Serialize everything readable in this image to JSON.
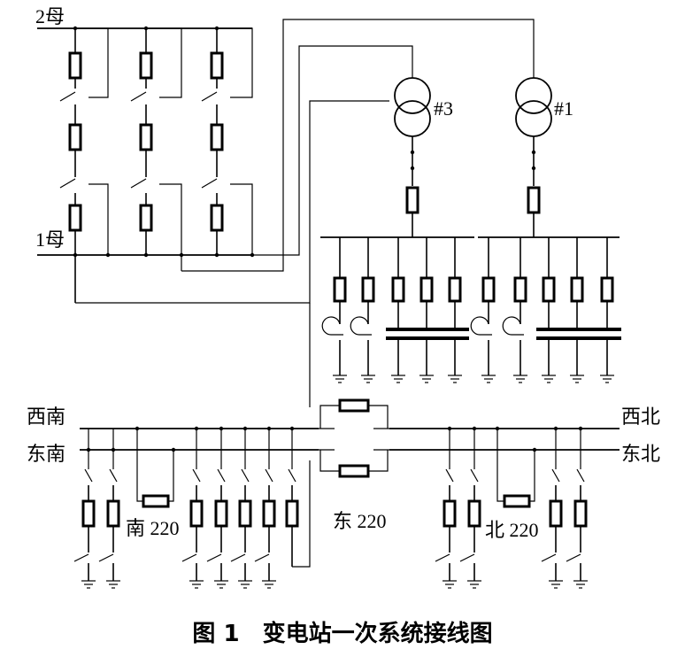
{
  "labels": {
    "bus2": "2母",
    "bus1": "1母",
    "t3": "#3",
    "t1": "#1",
    "xinan": "西南",
    "dongnan": "东南",
    "xibei": "西北",
    "dongbei": "东北",
    "nan220": "南 220",
    "dong220": "东 220",
    "bei220": "北 220"
  },
  "caption": "图 1　变电站一次系统接线图"
}
